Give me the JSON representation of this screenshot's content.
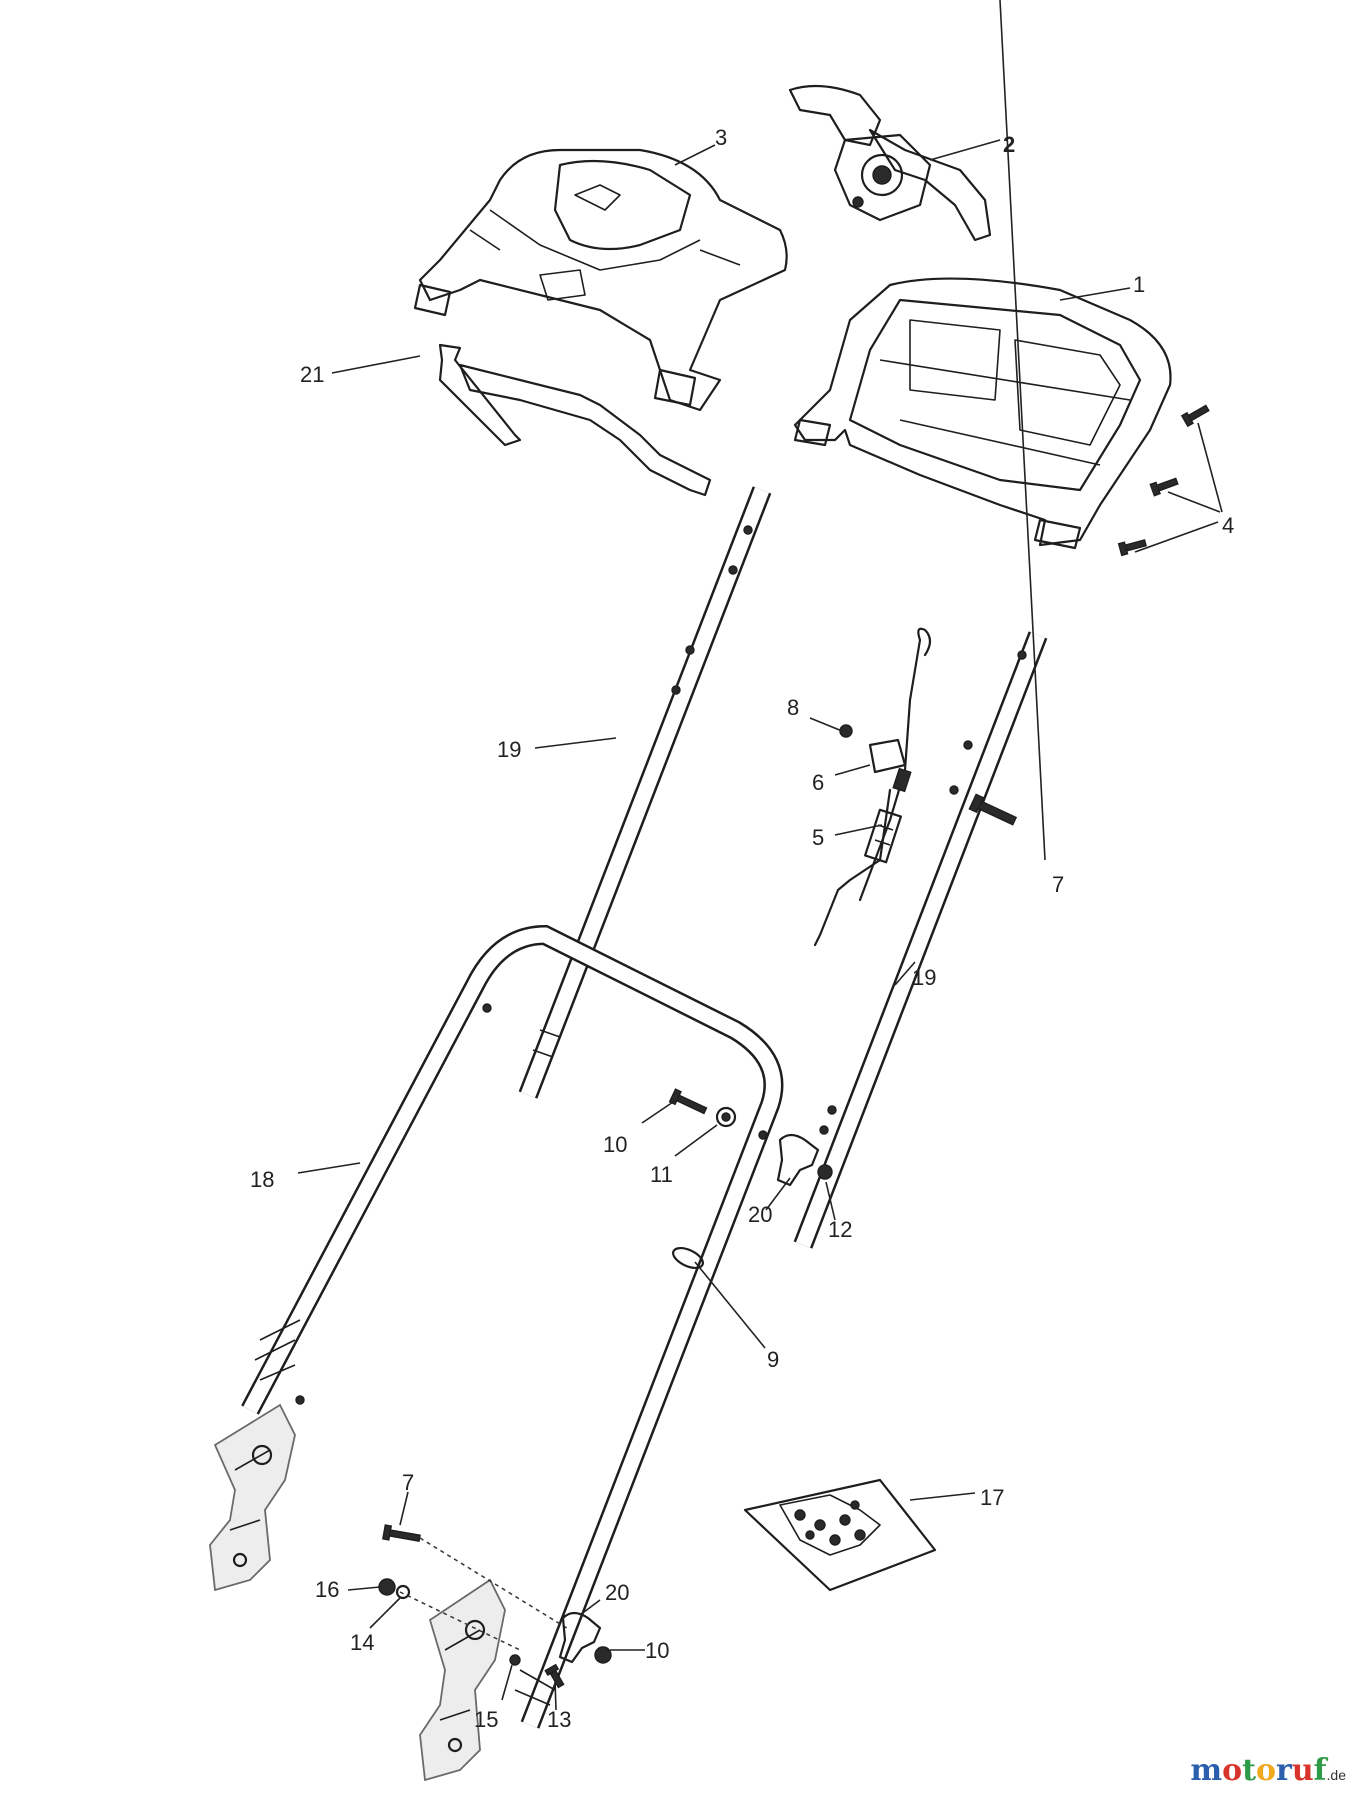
{
  "callouts": {
    "c1": "1",
    "c2": "2",
    "c3": "3",
    "c4": "4",
    "c5": "5",
    "c6": "6",
    "c7a": "7",
    "c7b": "7",
    "c8": "8",
    "c9": "9",
    "c10a": "10",
    "c10b": "10",
    "c11": "11",
    "c12": "12",
    "c13": "13",
    "c14": "14",
    "c15": "15",
    "c16": "16",
    "c17": "17",
    "c18": "18",
    "c19a": "19",
    "c19b": "19",
    "c20a": "20",
    "c20b": "20",
    "c21": "21"
  },
  "watermark": {
    "letters": [
      "m",
      "o",
      "t",
      "o",
      "r",
      "u",
      "f"
    ],
    "colors": [
      "#2b5fae",
      "#d8342c",
      "#2e9b48",
      "#f0a81c",
      "#2b5fae",
      "#d8342c",
      "#2e9b48"
    ],
    "suffix": ".de"
  }
}
